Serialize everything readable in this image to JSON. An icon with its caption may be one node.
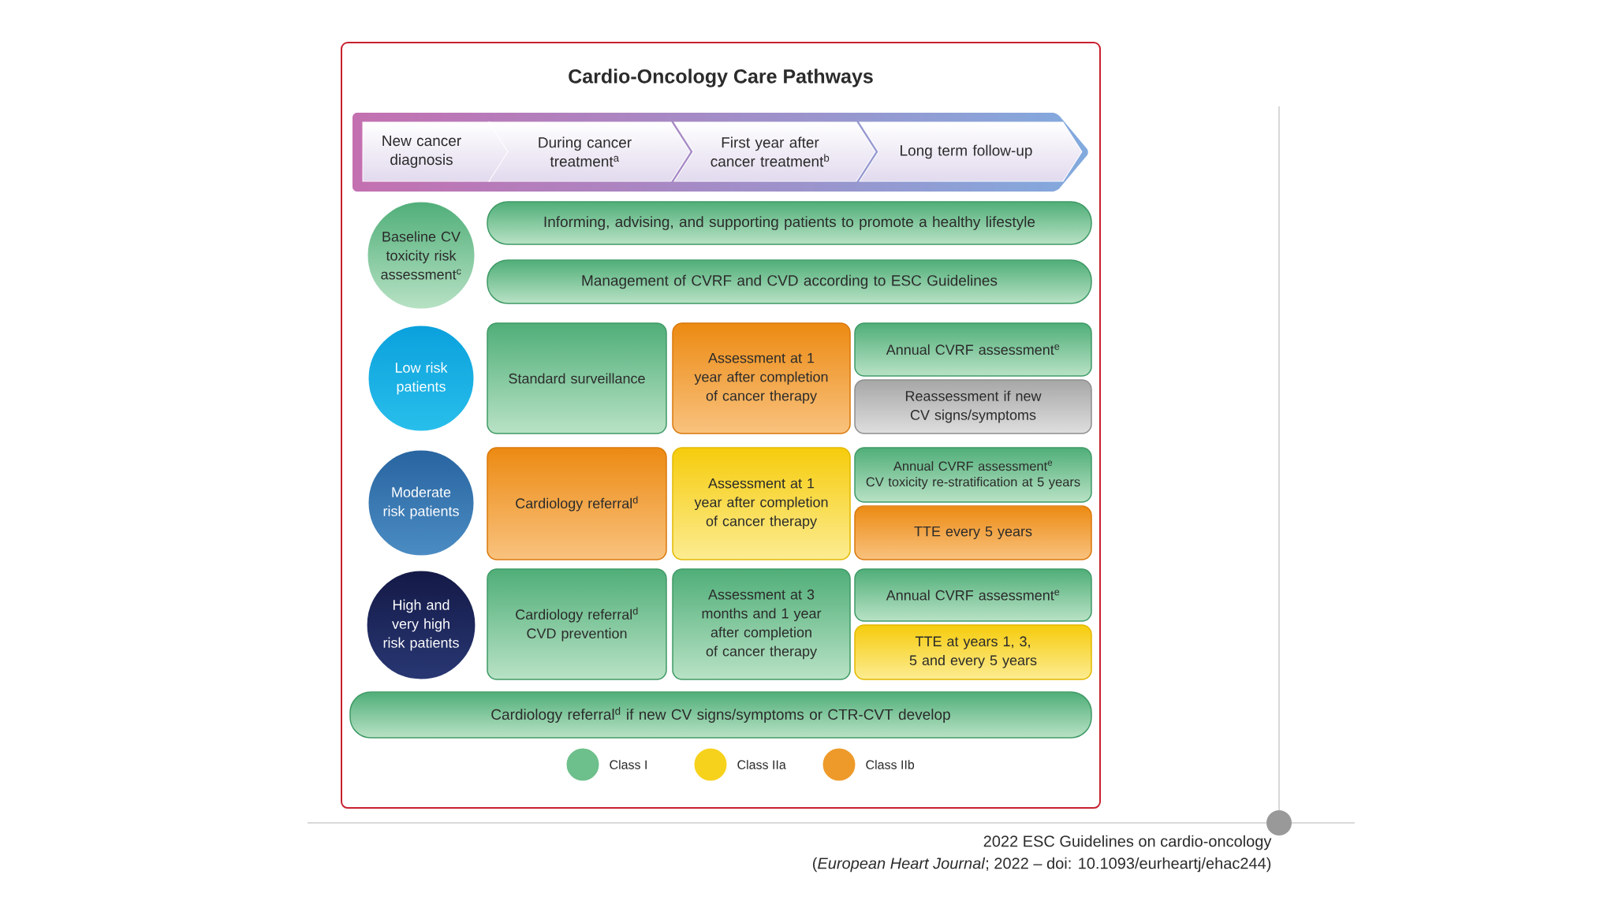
{
  "diagram": {
    "title": "Cardio-Oncology Care Pathways",
    "nodes": [
      {
        "text": [
          "New cancer diagnosis"
        ]
      },
      {
        "text": [
          "During cancer treatment$^{a}$"
        ]
      },
      {
        "text": [
          "First year after cancer treatment$^{b}$"
        ]
      },
      {
        "text": [
          "Long term follow-up"
        ]
      },
      {
        "text": [
          "Baseline CV toxicity risk assessment$^{c}$"
        ]
      },
      {
        "text": [
          "Informing, advising, and supporting patients to promote a healthy lifestyle"
        ]
      },
      {
        "text": [
          "Management of CVRF and CVD according to ESC Guidelines"
        ]
      },
      {
        "text": [
          "Low risk patients"
        ]
      },
      {
        "text": [
          "Standard surveillance"
        ]
      },
      {
        "text": [
          "Assessment at 1 year after completion of cancer therapy"
        ]
      },
      {
        "text": [
          "Annual CVRF assessment$^{e}$"
        ]
      },
      {
        "text": [
          "Reassessment if new CV signs/symptoms"
        ]
      },
      {
        "text": [
          "Moderate risk patients"
        ]
      },
      {
        "text": [
          "Cardiology referral$^{d}$"
        ]
      },
      {
        "text": [
          "Assessment at 1 year after completion of cancer therapy"
        ]
      },
      {
        "text": [
          "Annual CVRF assessment$^{e}$",
          "CV toxicity re-stratification at 5 years"
        ]
      },
      {
        "text": [
          "TTE every 5 years"
        ]
      },
      {
        "text": [
          "High and very high risk patients"
        ]
      },
      {
        "text": [
          "Cardiology referral$^{d}$",
          "CVD prevention"
        ]
      },
      {
        "text": [
          "Assessment at 3 months and 1 year after completion of cancer therapy"
        ]
      },
      {
        "text": [
          "Annual CVRF assessment$^{e}$"
        ]
      },
      {
        "text": [
          "TTE at years 1, 3, 5 and every 5 years"
        ]
      },
      {
        "text": [
          "Cardiology referral$^{d}$ if new CV signs/symptoms or CTR-CVT develop"
        ]
      }
    ],
    "labels": [
      "2022 ESC Guidelines on cardio-oncology",
      "(*European Heart Journal*; 2022 – doi: 10.1093/eurheartj/ehac244)"
    ],
    "legend": [
      {
        "text": "Class I",
        "color": "#6dbf8b"
      },
      {
        "text": "Class IIa",
        "color": "#f7d21c"
      },
      {
        "text": "Class IIb",
        "color": "#ee9a2a"
      }
    ]
  }
}
